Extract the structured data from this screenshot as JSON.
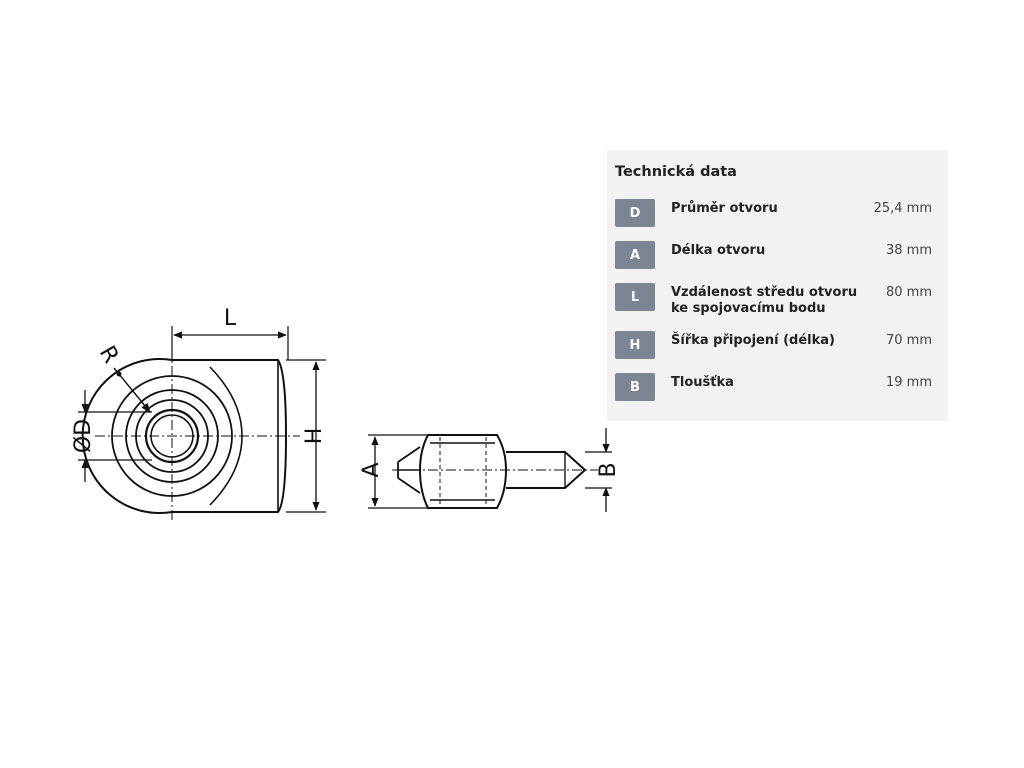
{
  "drawing": {
    "labels": {
      "R": "R",
      "D": "ØD",
      "L": "L",
      "H": "H",
      "A": "A",
      "B": "B"
    }
  },
  "panel": {
    "title": "Technická data",
    "rows": [
      {
        "key": "D",
        "label": "Průměr otvoru",
        "value": "25,4 mm"
      },
      {
        "key": "A",
        "label": "Délka otvoru",
        "value": "38 mm"
      },
      {
        "key": "L",
        "label": "Vzdálenost středu otvoru ke spojovacímu bodu",
        "value": "80 mm"
      },
      {
        "key": "H",
        "label": "Šířka připojení (délka)",
        "value": "70 mm"
      },
      {
        "key": "B",
        "label": "Tloušťka",
        "value": "19 mm"
      }
    ],
    "badge_color": "#7d8593",
    "background": "#f2f2f2"
  }
}
